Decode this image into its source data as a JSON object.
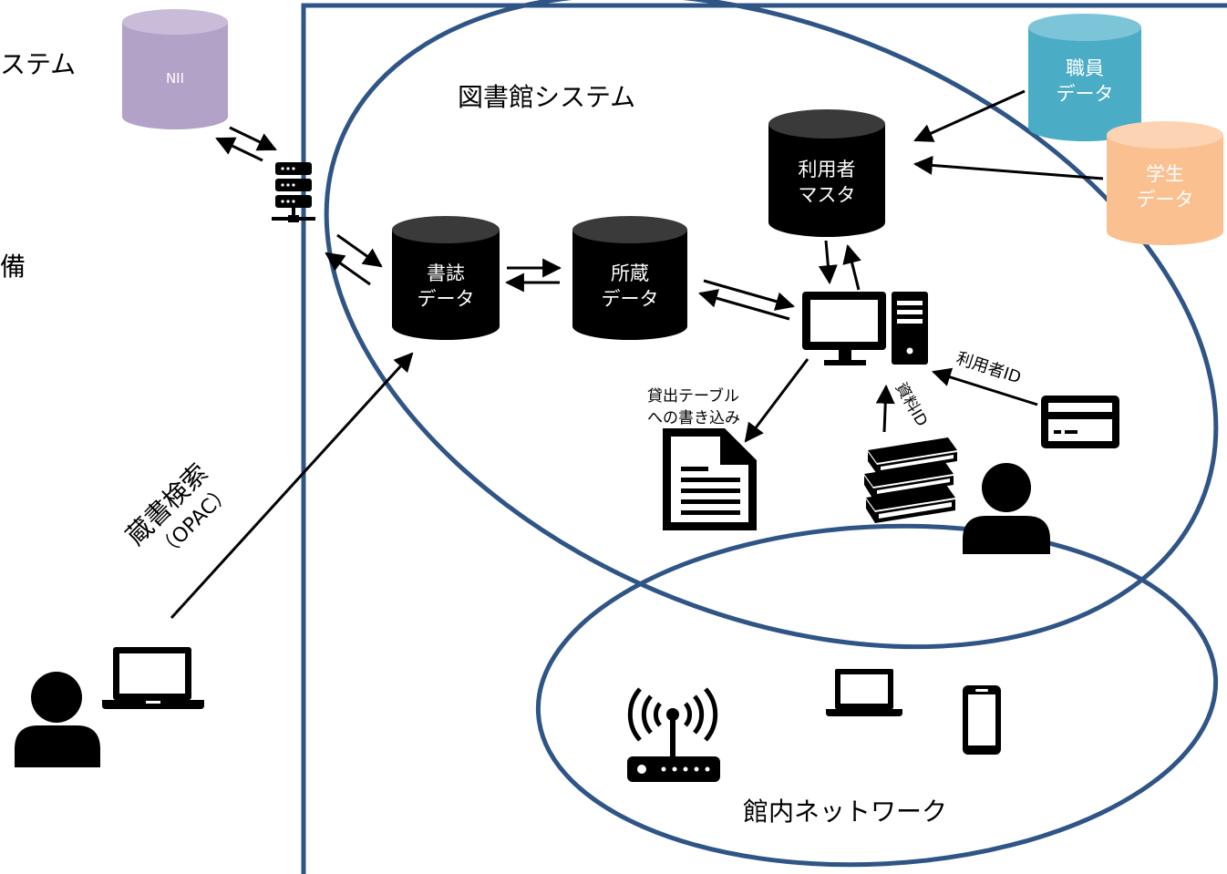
{
  "labels": {
    "outer_system_fragment": "ステム",
    "outer_fragment_2": "備",
    "library_system": "図書館システム",
    "internal_network": "館内ネットワーク",
    "opac_line1": "蔵書検索",
    "opac_line2": "（OPAC）",
    "loan_table_line1": "貸出テーブル",
    "loan_table_line2": "への書き込み",
    "user_id": "利用者ID",
    "material_id": "資料ID"
  },
  "databases": {
    "nii": {
      "label": "NII",
      "color": "#b3a2c7"
    },
    "staff": {
      "line1": "職員",
      "line2": "データ",
      "color": "#4bacc6"
    },
    "student": {
      "line1": "学生",
      "line2": "データ",
      "color": "#fac090"
    },
    "user_master": {
      "line1": "利用者",
      "line2": "マスタ",
      "color": "#000000"
    },
    "bib": {
      "line1": "書誌",
      "line2": "データ",
      "color": "#000000"
    },
    "holdings": {
      "line1": "所蔵",
      "line2": "データ",
      "color": "#000000"
    }
  },
  "colors": {
    "boundary": "#2f5486"
  },
  "icons": [
    "server-icon",
    "desktop-computer-icon",
    "tower-icon",
    "document-icon",
    "books-icon",
    "person-icon",
    "id-card-icon",
    "laptop-icon",
    "wifi-router-icon",
    "smartphone-icon"
  ]
}
